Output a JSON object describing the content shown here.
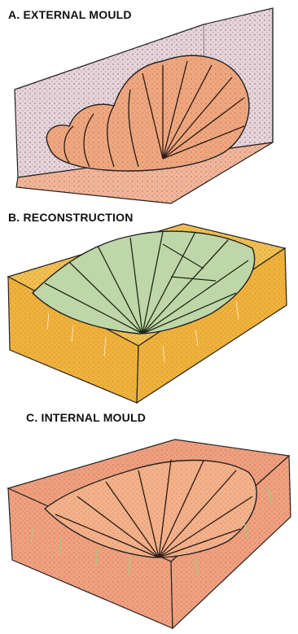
{
  "panels": [
    {
      "id": "a",
      "label": "A. EXTERNAL MOULD",
      "colors": {
        "surface": "#f4b79a",
        "wall": "#e8d6dc",
        "fossil": "#f0a77e"
      }
    },
    {
      "id": "b",
      "label": "B. RECONSTRUCTION",
      "colors": {
        "surface": "#f2bf52",
        "side": "#f0b23c",
        "fossil": "#bfd7a8"
      }
    },
    {
      "id": "c",
      "label": "C. INTERNAL MOULD",
      "colors": {
        "surface": "#f09f7e",
        "side": "#f1a080",
        "fossil": "#f4b18a"
      }
    }
  ]
}
